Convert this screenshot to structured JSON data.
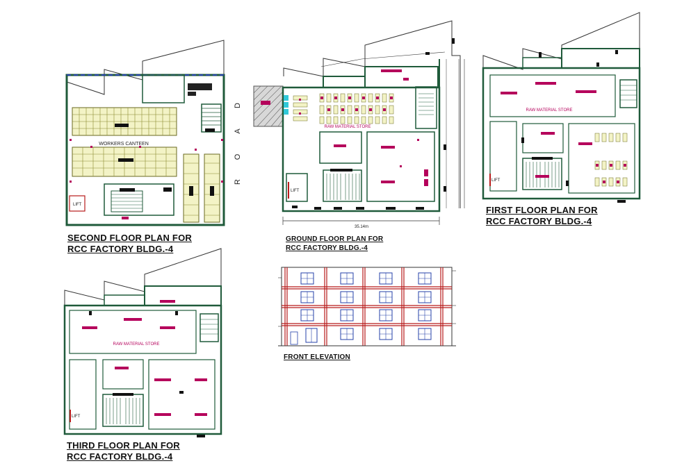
{
  "plans": {
    "second": {
      "title_line1": "SECOND FLOOR PLAN FOR",
      "title_line2": "RCC FACTORY BLDG.-4",
      "room_canteen": "WORKERS CANTEEN",
      "lift": "LIFT"
    },
    "ground": {
      "title_line1": "GROUND FLOOR PLAN FOR",
      "title_line2": "RCC FACTORY BLDG.-4",
      "room_store": "RAW MATERIAL STORE",
      "lift": "LIFT",
      "dimension": "35.14m"
    },
    "first": {
      "title_line1": "FIRST FLOOR PLAN FOR",
      "title_line2": "RCC FACTORY BLDG.-4",
      "room_store": "RAW MATERIAL STORE",
      "lift": "LIFT"
    },
    "third": {
      "title_line1": "THIRD FLOOR PLAN FOR",
      "title_line2": "RCC FACTORY BLDG.-4",
      "room_store": "RAW MATERIAL STORE",
      "lift": "LIFT"
    }
  },
  "elevation": {
    "title": "FRONT ELEVATION"
  },
  "road_letters": [
    "D",
    "A",
    "O",
    "R"
  ],
  "colors": {
    "wall": "#1f5a3a",
    "wall_light": "#2f7a4f",
    "furniture": "#a8104a",
    "magenta": "#b5005b",
    "window_blue": "#2440a8",
    "column_red": "#b81a1a",
    "hatch": "#c8c888",
    "canteen_fill": "#f3f3c6"
  }
}
